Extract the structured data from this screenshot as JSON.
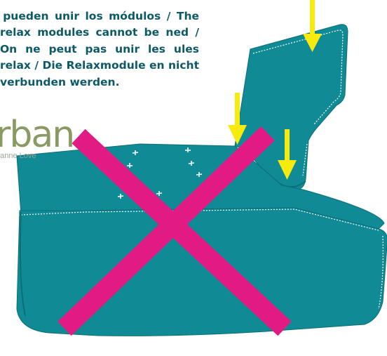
{
  "notice": {
    "text": "se pueden unir los módulos / The relax modules cannot be ned / On ne peut pas unir les ules relax / Die Relaxmodule en nicht verbunden werden."
  },
  "brand": {
    "wordmark": "rban",
    "tagline": "rianne Love"
  },
  "colors": {
    "fabric": "#108a94",
    "fabric_shadow": "#0b6f78",
    "cross": "#e21a83",
    "arrow": "#f7ea0f",
    "text": "#0d5a67",
    "brand": "#8a9a63"
  },
  "status": "not-allowed"
}
